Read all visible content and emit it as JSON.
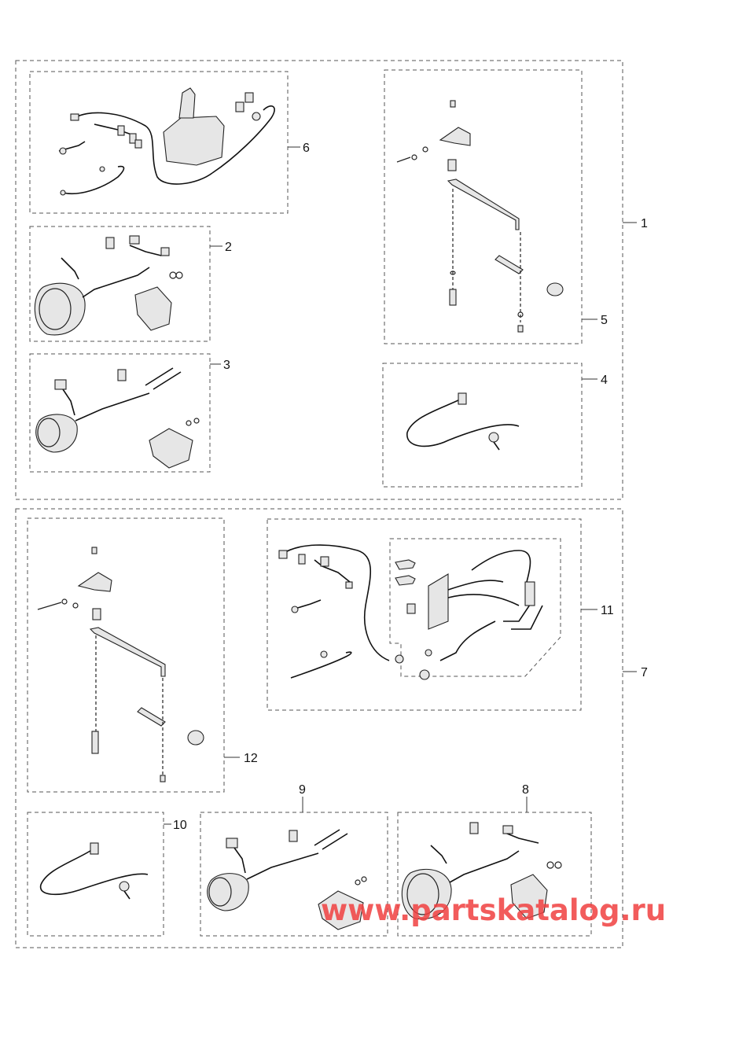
{
  "diagram": {
    "callouts": [
      "1",
      "2",
      "3",
      "4",
      "5",
      "6",
      "7",
      "8",
      "9",
      "10",
      "11",
      "12"
    ],
    "watermark": "www.partskatalog.ru"
  }
}
